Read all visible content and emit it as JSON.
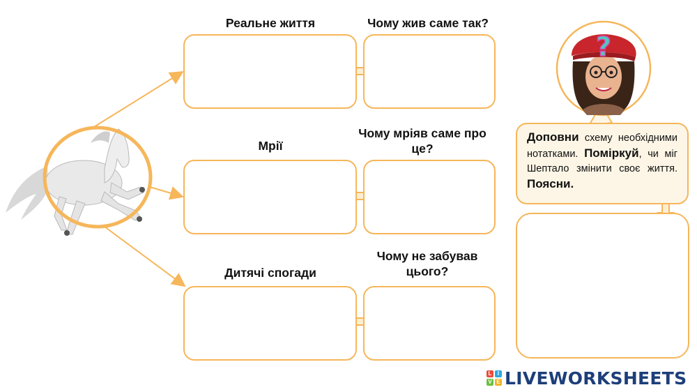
{
  "columns": {
    "col1": [
      "Реальне життя",
      "Мрії",
      "Дитячі спогади"
    ],
    "col2": [
      "Чому жив саме так?",
      "Чому мріяв саме про це?",
      "Чому не забував цього?"
    ]
  },
  "speech": {
    "w1": "Доповни",
    "t1": " схему необхідними нотатками. ",
    "w2": "Поміркуй",
    "t2": ", чи міг Шептало змінити своє життя. ",
    "w3": "Поясни."
  },
  "logo": {
    "tiles": [
      "L",
      "I",
      "V",
      "E"
    ],
    "text": "LIVEWORKSHEETS"
  },
  "colors": {
    "accent": "#f6b65a",
    "speech_bg": "#fdf6e6",
    "logo": "#1d3f7a"
  },
  "icons": [
    "horse-image",
    "avatar-girl-red-beret",
    "question-mark-icon",
    "arrow-right-icon",
    "arrow-down-icon"
  ]
}
